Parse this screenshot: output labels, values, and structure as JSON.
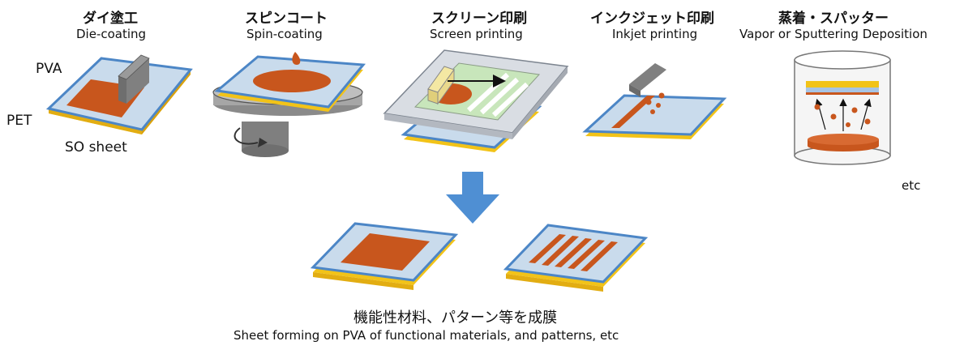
{
  "methods": [
    {
      "jp": "ダイ塗工",
      "en": "Die-coating"
    },
    {
      "jp": "スピンコート",
      "en": "Spin-coating"
    },
    {
      "jp": "スクリーン印刷",
      "en": "Screen printing"
    },
    {
      "jp": "インクジェット印刷",
      "en": "Inkjet printing"
    },
    {
      "jp": "蒸着・スパッター",
      "en": "Vapor or Sputtering Deposition"
    }
  ],
  "layer_labels": {
    "pva": "PVA",
    "pet": "PET",
    "sheet": "SO sheet"
  },
  "etc": "etc",
  "result": {
    "jp": "機能性材料、パターン等を成膜",
    "en": "Sheet forming on PVA of functional materials, and patterns, etc"
  },
  "colors": {
    "pet_yellow": "#f2c318",
    "pva_blue": "#4c86c6",
    "sheet_top": "#c9dbec",
    "coating_orange": "#c8561d",
    "arrow_blue": "#4f8fd3",
    "head_gray": "#7f7f7f",
    "squeegee_yellow": "#f4e8a3",
    "screen_gray": "#d9dde3",
    "mesh_green": "#c8e6bb"
  }
}
